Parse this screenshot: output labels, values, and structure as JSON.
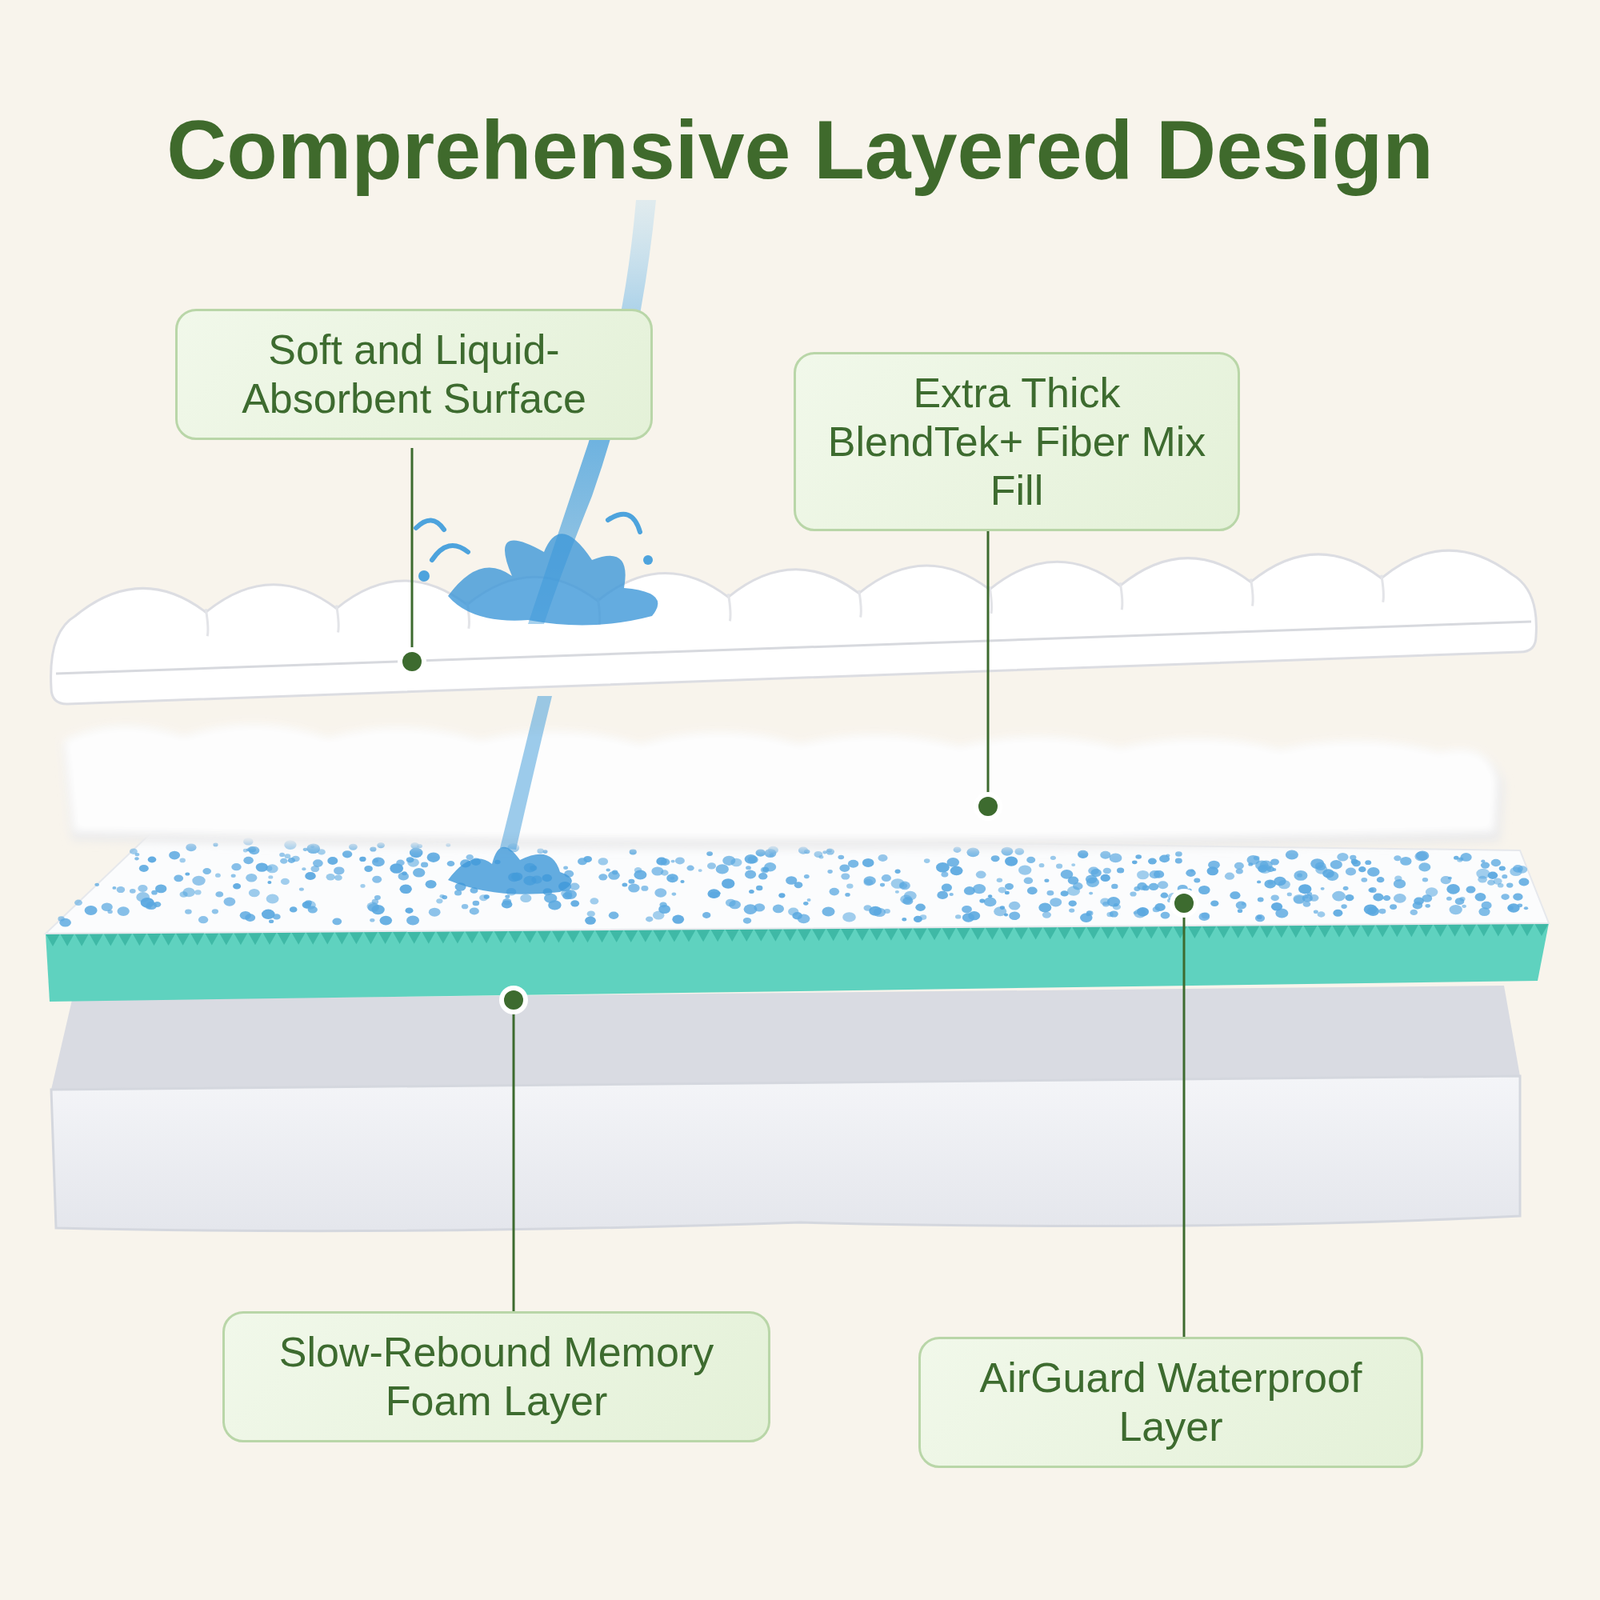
{
  "diagram": {
    "title": "Comprehensive Layered Design",
    "nodes": [
      {
        "text": [
          "Soft and Liquid-Absorbent Surface"
        ]
      },
      {
        "text": [
          "Extra Thick BlendTek+ Fiber Mix Fill"
        ]
      },
      {
        "text": [
          "Slow-Rebound Memory Foam Layer"
        ]
      },
      {
        "text": [
          "AirGuard Waterproof Layer"
        ]
      }
    ]
  }
}
